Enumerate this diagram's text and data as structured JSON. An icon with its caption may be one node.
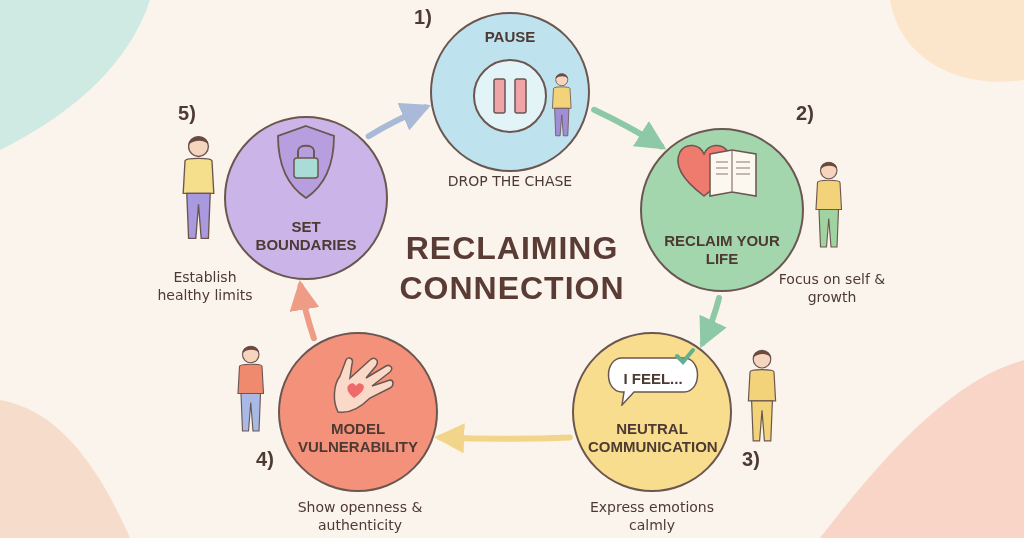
{
  "diagram": {
    "title": "RECLAIMING CONNECTION",
    "nodes": [
      {
        "text": [
          "PAUSE"
        ],
        "beside": [
          "1)",
          "DROP THE CHASE"
        ]
      },
      {
        "text": [
          "RECLAIM YOUR LIFE"
        ],
        "beside": [
          "2)",
          "Focus on self & growth"
        ]
      },
      {
        "text": [
          "NEUTRAL COMMUNICATION"
        ],
        "beside": [
          "3)",
          "Express emotions calmly"
        ]
      },
      {
        "text": [
          "I FEEL..."
        ],
        "in": 2
      },
      {
        "text": [
          "MODEL VULNERABILITY"
        ],
        "beside": [
          "4)",
          "Show openness & authenticity"
        ]
      },
      {
        "text": [
          "SET BOUNDARIES"
        ],
        "beside": [
          "5)",
          "Establish healthy limits"
        ]
      }
    ],
    "edges": [
      {
        "from": 5,
        "to": 0,
        "arrow": "to",
        "color": "#a9b9d8"
      },
      {
        "from": 0,
        "to": 1,
        "arrow": "to",
        "color": "#8dc9a6"
      },
      {
        "from": 1,
        "to": 2,
        "arrow": "to",
        "color": "#8dc9a6"
      },
      {
        "from": 2,
        "to": 4,
        "arrow": "to",
        "color": "#f2d48a"
      },
      {
        "from": 4,
        "to": 5,
        "arrow": "to",
        "color": "#ee9c86"
      }
    ]
  }
}
